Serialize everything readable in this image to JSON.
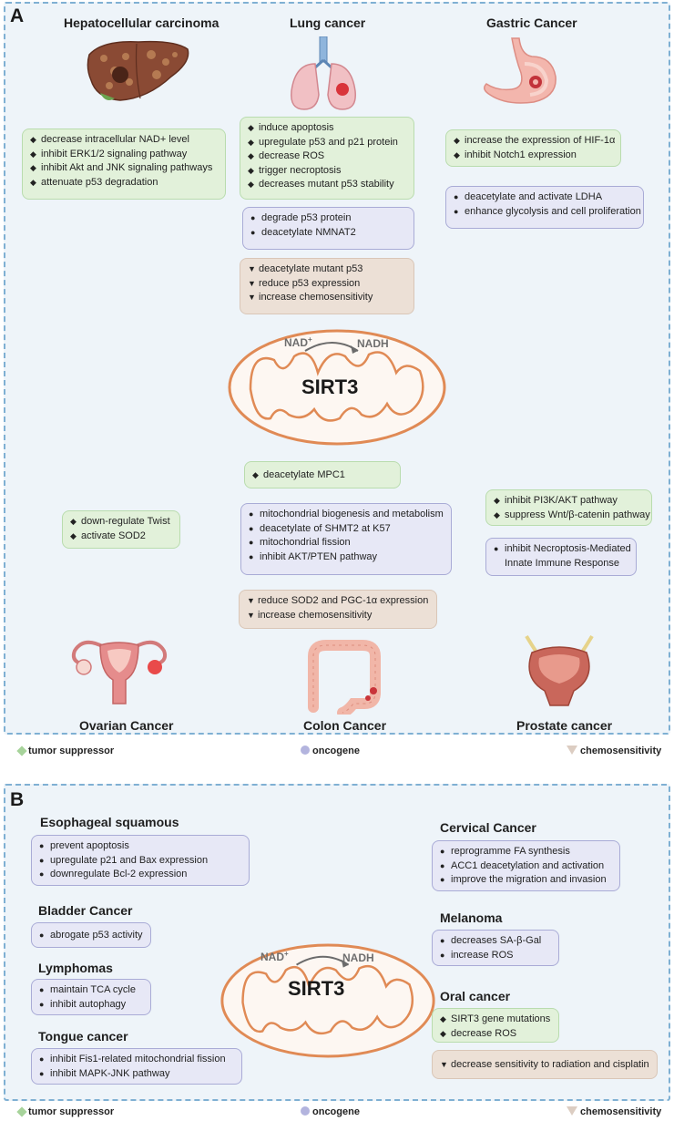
{
  "panel_a": {
    "letter": "A",
    "titles": {
      "hcc": "Hepatocellular carcinoma",
      "lung": "Lung cancer",
      "gastric": "Gastric Cancer",
      "ovarian": "Ovarian Cancer",
      "colon": "Colon Cancer",
      "prostate": "Prostate cancer"
    },
    "hcc_box": [
      "decrease intracellular NAD+ level",
      "inhibit ERK1/2 signaling pathway",
      "inhibit Akt and JNK signaling pathways",
      "attenuate p53 degradation"
    ],
    "lung_green": [
      "induce apoptosis",
      "upregulate p53 and p21 protein",
      "decrease ROS",
      "trigger necroptosis",
      "decreases mutant p53 stability"
    ],
    "lung_blue": [
      "degrade p53 protein",
      "deacetylate NMNAT2"
    ],
    "lung_tan": [
      "deacetylate mutant p53",
      "reduce p53 expression",
      "increase chemosensitivity"
    ],
    "gastric_green": [
      "increase the expression of HIF-1α",
      "inhibit Notch1 expression"
    ],
    "gastric_blue": [
      "deacetylate and activate LDHA",
      "enhance glycolysis and cell proliferation"
    ],
    "mito": {
      "nad": "NAD",
      "nad_sup": "+",
      "nadh": "NADH",
      "label": "SIRT3"
    },
    "colon_green": [
      "deacetylate MPC1"
    ],
    "colon_blue": [
      "mitochondrial biogenesis and metabolism",
      "deacetylate of SHMT2 at K57",
      "mitochondrial fission",
      "inhibit AKT/PTEN pathway"
    ],
    "colon_tan": [
      "reduce SOD2 and PGC-1α expression",
      "increase chemosensitivity"
    ],
    "ovarian_green": [
      "down-regulate Twist",
      "activate SOD2"
    ],
    "prostate_green": [
      "inhibit PI3K/AKT pathway",
      "suppress Wnt/β-catenin pathway"
    ],
    "prostate_blue": [
      "inhibit Necroptosis-Mediated",
      "Innate Immune Response"
    ]
  },
  "legend": {
    "tumor_suppressor": "tumor suppressor",
    "oncogene": "oncogene",
    "chemosensitivity": "chemosensitivity"
  },
  "panel_b": {
    "letter": "B",
    "titles": {
      "esophageal": "Esophageal squamous",
      "bladder": "Bladder Cancer",
      "lymphomas": "Lymphomas",
      "tongue": "Tongue cancer",
      "cervical": "Cervical Cancer",
      "melanoma": "Melanoma",
      "oral": "Oral cancer"
    },
    "esophageal_box": [
      "prevent apoptosis",
      "upregulate p21 and Bax expression",
      "downregulate Bcl-2 expression"
    ],
    "bladder_box": [
      "abrogate p53 activity"
    ],
    "lymphomas_box": [
      "maintain TCA cycle",
      "inhibit autophagy"
    ],
    "tongue_box": [
      "inhibit Fis1-related mitochondrial fission",
      "inhibit MAPK-JNK pathway"
    ],
    "cervical_box": [
      "reprogramme FA synthesis",
      "ACC1 deacetylation and activation",
      "improve the migration and invasion"
    ],
    "melanoma_box": [
      "decreases SA-β-Gal",
      "increase ROS"
    ],
    "oral_green": [
      "SIRT3 gene mutations",
      "decrease ROS"
    ],
    "oral_tan": [
      "decrease sensitivity to  radiation and cisplatin"
    ],
    "mito": {
      "nad": "NAD",
      "nad_sup": "+",
      "nadh": "NADH",
      "label": "SIRT3"
    }
  },
  "colors": {
    "tumor_suppressor": "#a7d39b",
    "oncogene": "#b3b4de",
    "chemosensitivity": "#dccdc2",
    "mitochondria": "#e08a55",
    "panel_border": "#7fb0d3"
  },
  "icons": [
    "liver-icon",
    "lung-icon",
    "stomach-icon",
    "uterus-icon",
    "colon-icon",
    "bladder-organ-icon",
    "mitochondria-icon"
  ]
}
